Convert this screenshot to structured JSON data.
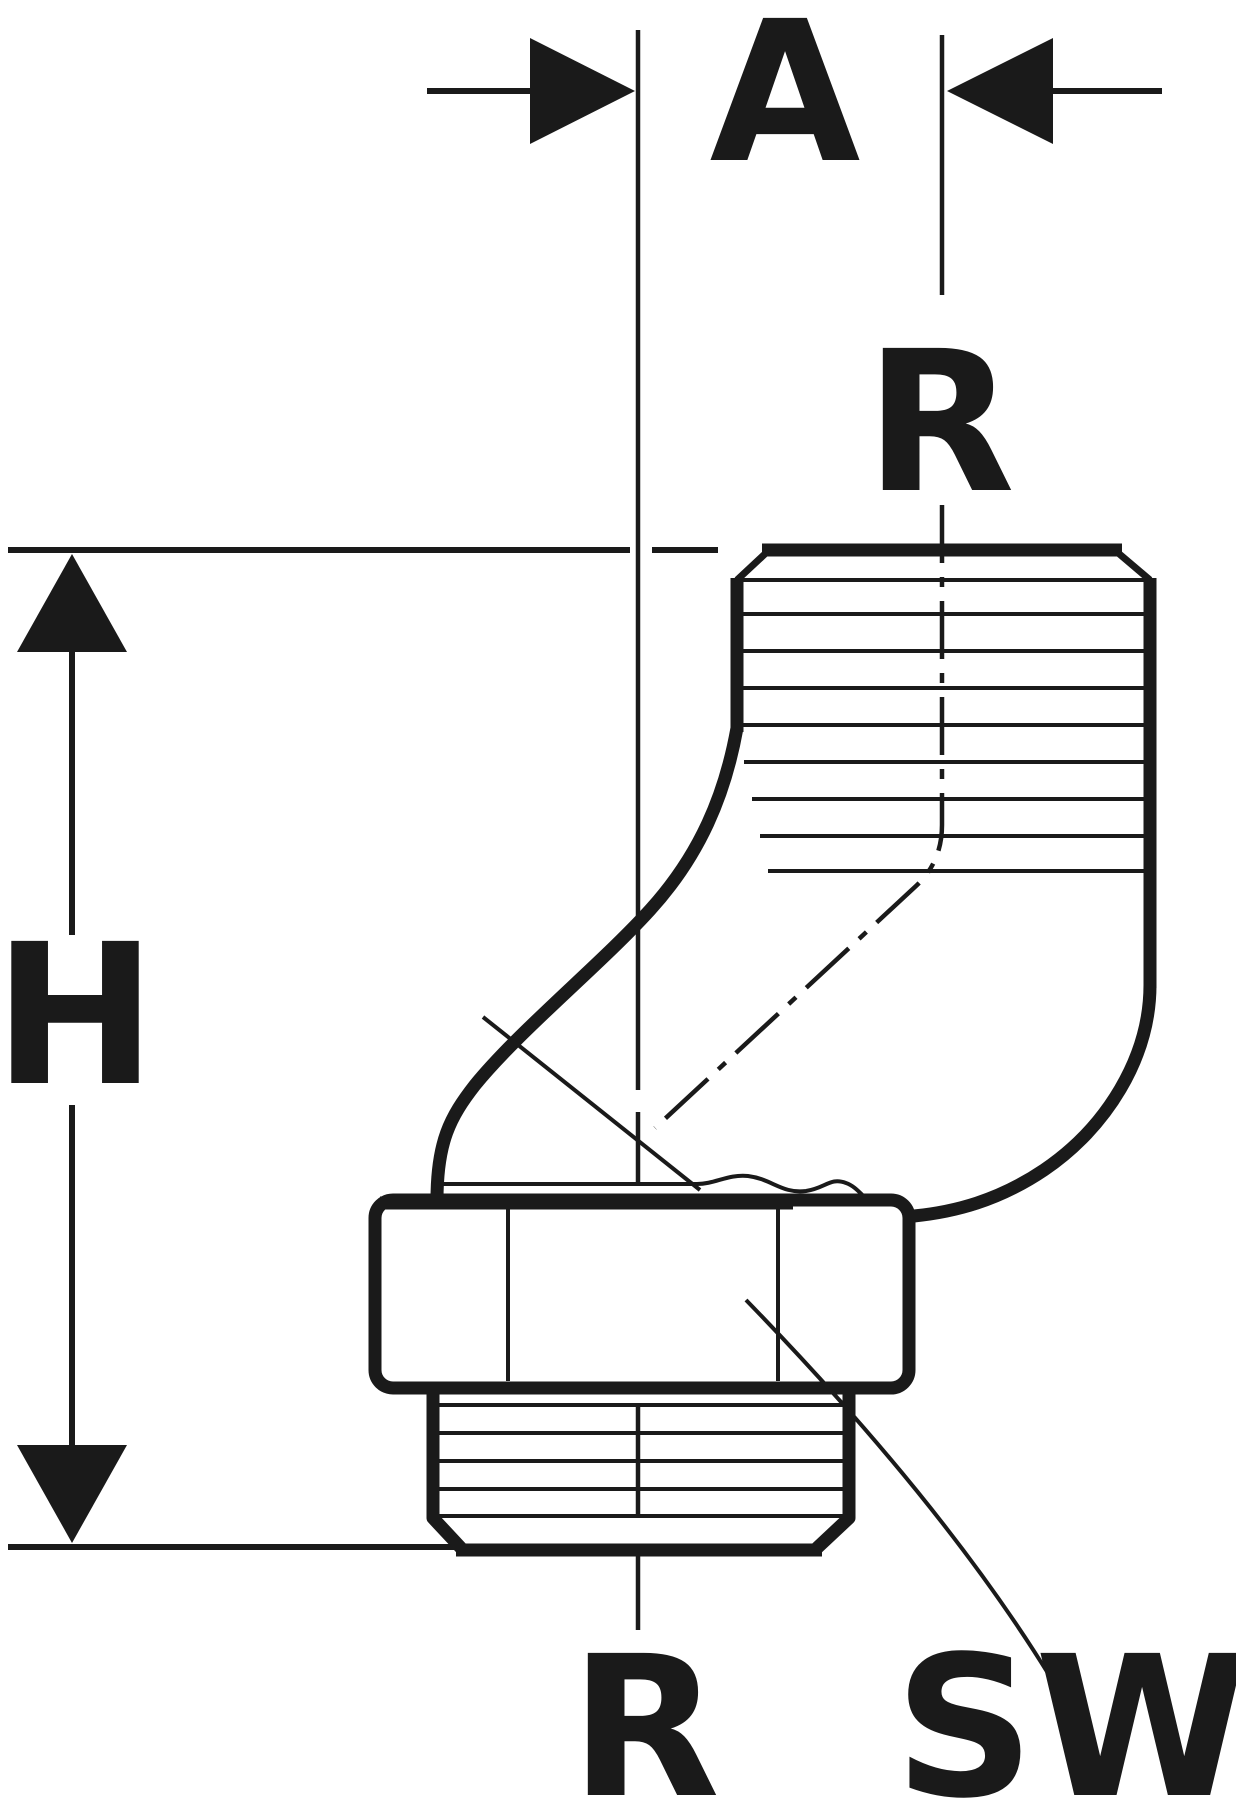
{
  "diagram": {
    "type": "technical-drawing",
    "subject": "offset pipe fitting with two male threads and hex nut",
    "labels": {
      "offset_dimension": "A",
      "top_thread": "R",
      "height_dimension": "H",
      "bottom_thread": "R",
      "wrench_size": "SW"
    }
  },
  "colors": {
    "ink": "#1a1a1a",
    "background": "#ffffff"
  }
}
